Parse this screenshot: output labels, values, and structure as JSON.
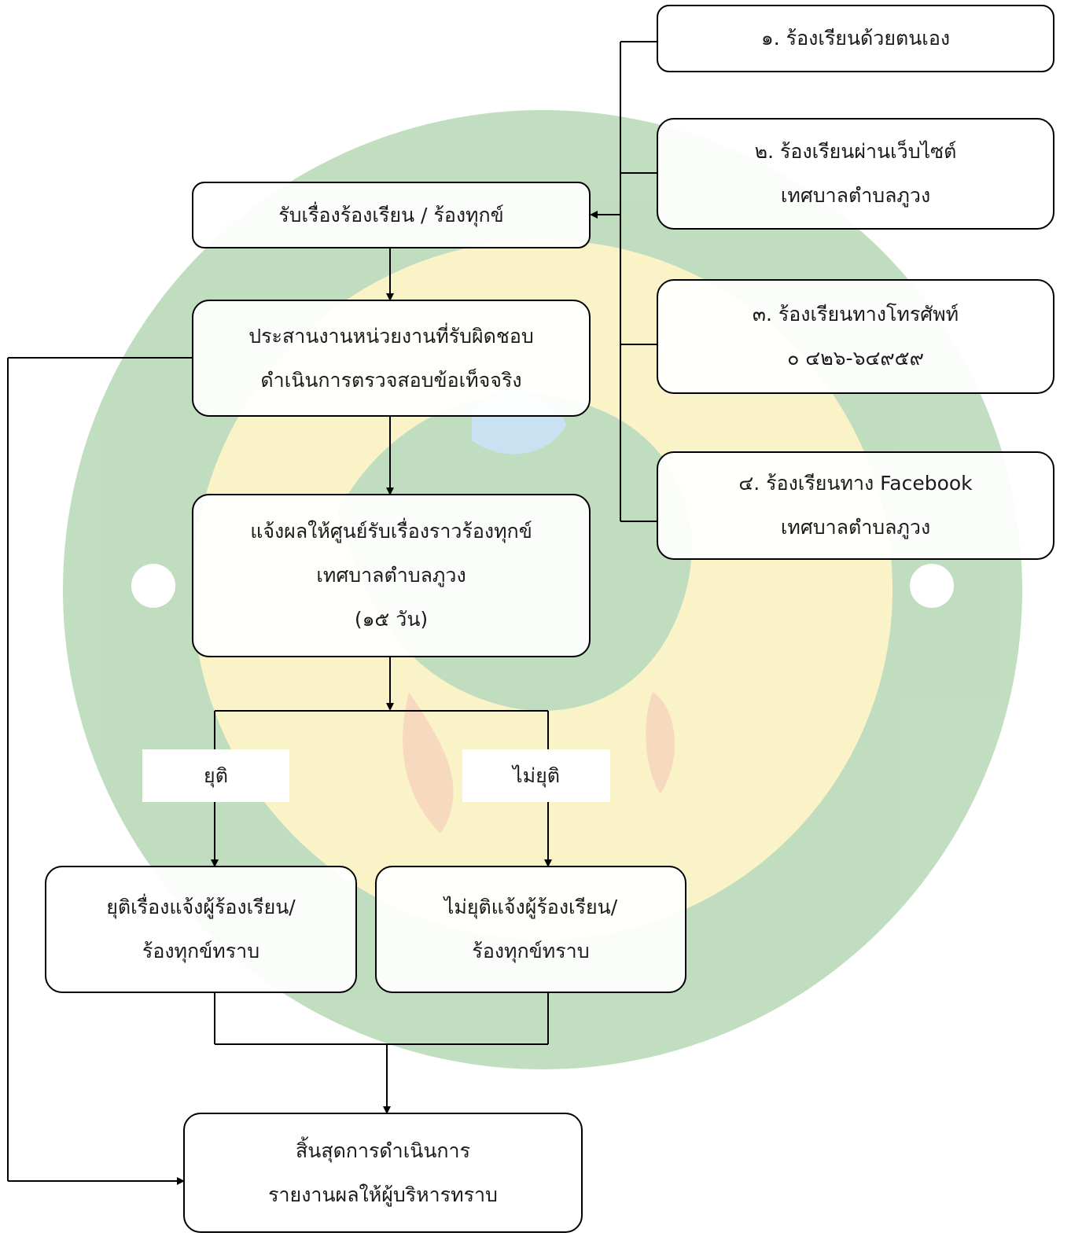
{
  "diagram": {
    "receive": "รับเรื่องร้องเรียน / ร้องทุกข์",
    "channels": [
      {
        "lines": [
          "๑. ร้องเรียนด้วยตนเอง"
        ]
      },
      {
        "lines": [
          "๒. ร้องเรียนผ่านเว็บไซต์",
          "เทศบาลตำบลภูวง"
        ]
      },
      {
        "lines": [
          "๓. ร้องเรียนทางโทรศัพท์",
          "๐ ๔๒๖-๖๔๙๕๙"
        ]
      },
      {
        "lines": [
          "๔. ร้องเรียนทาง Facebook",
          "เทศบาลตำบลภูวง"
        ]
      }
    ],
    "coordinate": [
      "ประสานงานหน่วยงานที่รับผิดชอบ",
      "ดำเนินการตรวจสอบข้อเท็จจริง"
    ],
    "notify": [
      "แจ้งผลให้ศูนย์รับเรื่องราวร้องทุกข์",
      "เทศบาลตำบลภูวง",
      "(๑๕ วัน)"
    ],
    "branch_labels": {
      "resolved": "ยุติ",
      "unresolved": "ไม่ยุติ"
    },
    "resolved_box": [
      "ยุติเรื่องแจ้งผู้ร้องเรียน/",
      "ร้องทุกข์ทราบ"
    ],
    "unresolved_box": [
      "ไม่ยุติแจ้งผู้ร้องเรียน/",
      "ร้องทุกข์ทราบ"
    ],
    "end_box": [
      "สิ้นสุดการดำเนินการ",
      "รายงานผลให้ผู้บริหารทราบ"
    ]
  },
  "colors": {
    "line": "#000000",
    "watermark_green": "#3f9a3c",
    "watermark_yellow": "#f3dc57",
    "watermark_orange": "#e98a3a"
  }
}
